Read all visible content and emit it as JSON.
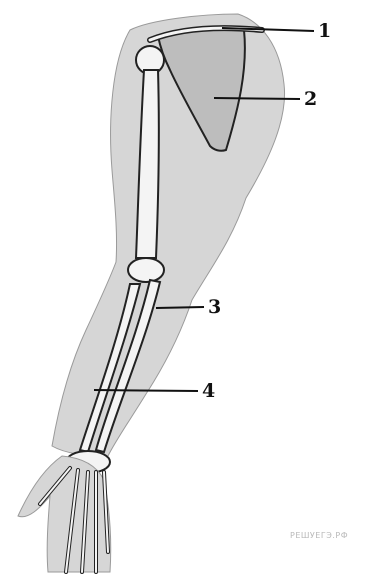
{
  "diagram": {
    "labels": [
      {
        "id": "1",
        "text": "1"
      },
      {
        "id": "2",
        "text": "2"
      },
      {
        "id": "3",
        "text": "3"
      },
      {
        "id": "4",
        "text": "4"
      }
    ],
    "watermark": "РЕШУЕГЭ.РФ"
  },
  "colors": {
    "background": "#ffffff",
    "skin": "#d6d6d6",
    "bone": "#f4f4f4",
    "outline": "#222222",
    "leader_line": "#111111"
  }
}
